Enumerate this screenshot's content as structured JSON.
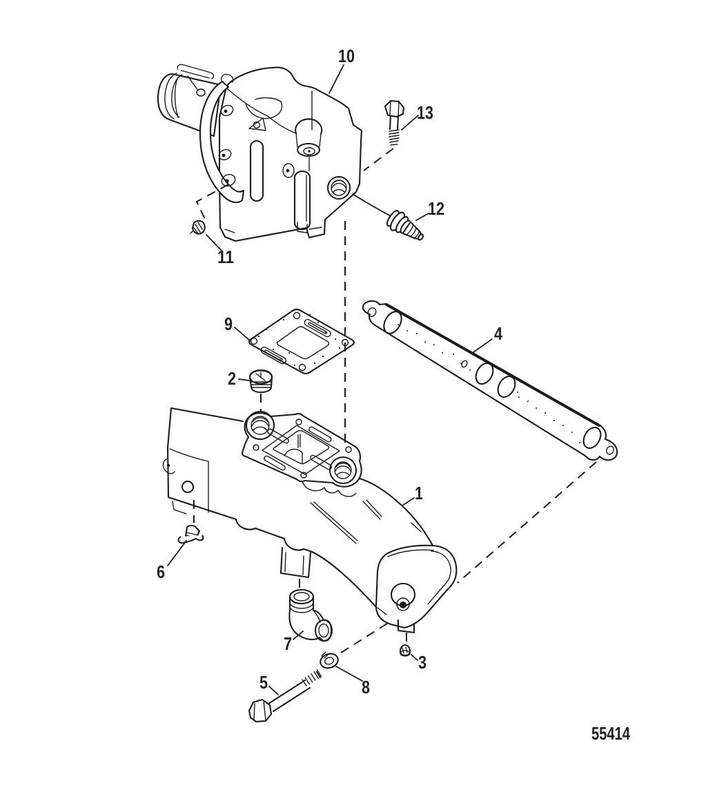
{
  "figure": {
    "drawing_number": "55414",
    "callouts": [
      {
        "label": "1"
      },
      {
        "label": "2"
      },
      {
        "label": "3"
      },
      {
        "label": "4"
      },
      {
        "label": "5"
      },
      {
        "label": "6"
      },
      {
        "label": "7"
      },
      {
        "label": "8"
      },
      {
        "label": "9"
      },
      {
        "label": "10"
      },
      {
        "label": "11"
      },
      {
        "label": "12"
      },
      {
        "label": "13"
      }
    ]
  }
}
